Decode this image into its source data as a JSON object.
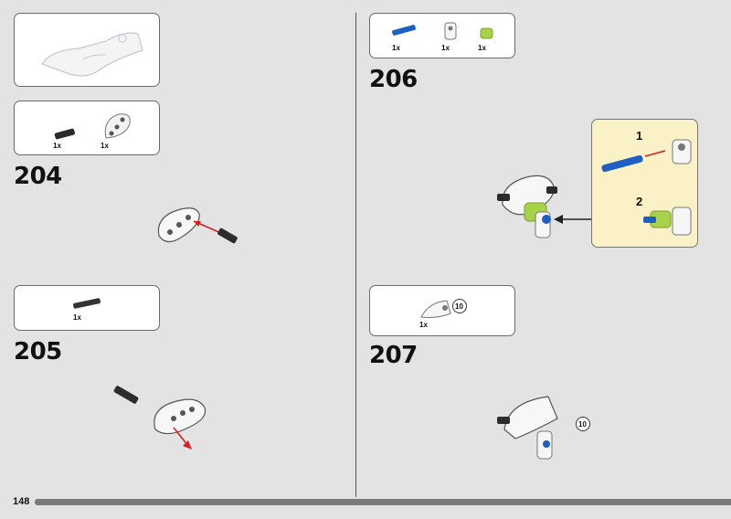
{
  "page": {
    "number": "148"
  },
  "steps": [
    {
      "number": "204",
      "parts": [
        {
          "qty": "1x",
          "icon": "black-pin-icon"
        },
        {
          "qty": "1x",
          "icon": "white-beam-icon"
        }
      ]
    },
    {
      "number": "205",
      "parts": [
        {
          "qty": "1x",
          "icon": "black-axle-pin-icon"
        }
      ]
    },
    {
      "number": "206",
      "parts": [
        {
          "qty": "1x",
          "icon": "blue-pin-icon"
        },
        {
          "qty": "1x",
          "icon": "white-connector-icon"
        },
        {
          "qty": "1x",
          "icon": "lime-bush-icon"
        }
      ],
      "callout": {
        "substeps": [
          "1",
          "2"
        ]
      }
    },
    {
      "number": "207",
      "parts": [
        {
          "qty": "1x",
          "icon": "white-panel-icon",
          "size": "10"
        }
      ],
      "size_label": "10"
    }
  ],
  "colors": {
    "background": "#e3e3e3",
    "callout": "#fbf1c6",
    "arrow": "#d42020",
    "blue": "#1d5fc4",
    "lime": "#a8d24a"
  }
}
